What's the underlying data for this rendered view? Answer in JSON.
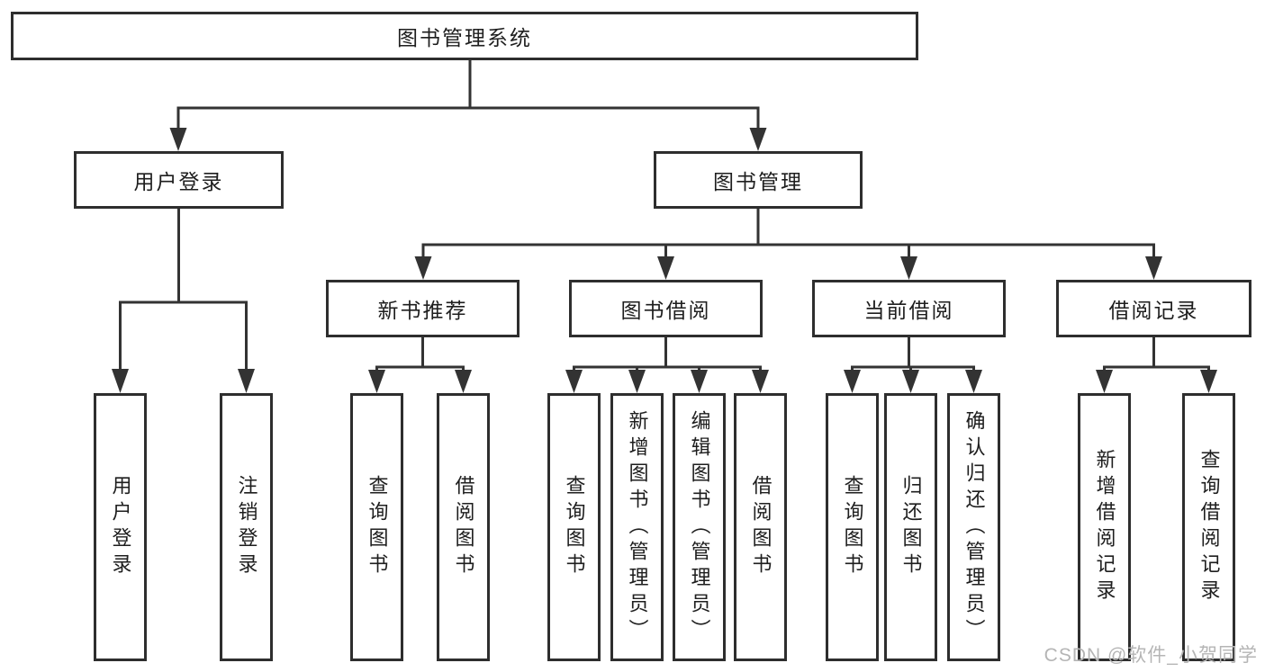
{
  "diagram_type": "hierarchy-tree",
  "tree": {
    "label": "图书管理系统",
    "children": [
      {
        "label": "用户登录",
        "children": [
          {
            "label": "用户登录"
          },
          {
            "label": "注销登录"
          }
        ]
      },
      {
        "label": "图书管理",
        "children": [
          {
            "label": "新书推荐",
            "children": [
              {
                "label": "查询图书"
              },
              {
                "label": "借阅图书"
              }
            ]
          },
          {
            "label": "图书借阅",
            "children": [
              {
                "label": "查询图书"
              },
              {
                "label": "新增图书（管理员）"
              },
              {
                "label": "编辑图书（管理员）"
              },
              {
                "label": "借阅图书"
              }
            ]
          },
          {
            "label": "当前借阅",
            "children": [
              {
                "label": "查询图书"
              },
              {
                "label": "归还图书"
              },
              {
                "label": "确认归还（管理员）"
              }
            ]
          },
          {
            "label": "借阅记录",
            "children": [
              {
                "label": "新增借阅记录"
              },
              {
                "label": "查询借阅记录"
              }
            ]
          }
        ]
      }
    ]
  },
  "watermark": {
    "text": "CSDN @软件_小贺同学"
  },
  "colors": {
    "line": "#333333",
    "box_border": "#2e2e2e",
    "text": "#1e1e1e",
    "watermark": "#b5b5b5",
    "background": "#ffffff"
  }
}
